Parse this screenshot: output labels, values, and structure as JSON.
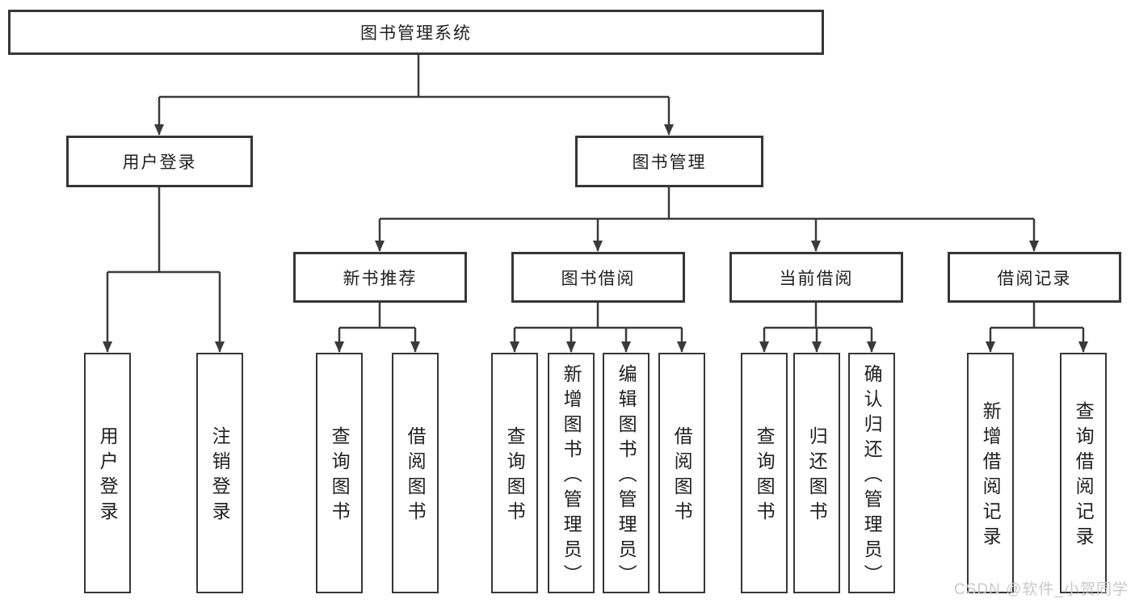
{
  "diagram": {
    "title_note": "library management system functional structure diagram",
    "root": {
      "label": "图书管理系统"
    },
    "level2": [
      {
        "label": "用户登录"
      },
      {
        "label": "图书管理"
      }
    ],
    "level3": [
      {
        "label": "新书推荐"
      },
      {
        "label": "图书借阅"
      },
      {
        "label": "当前借阅"
      },
      {
        "label": "借阅记录"
      }
    ],
    "leaves": [
      {
        "label": "用户登录",
        "parent": "用户登录"
      },
      {
        "label": "注销登录",
        "parent": "用户登录"
      },
      {
        "label": "查询图书",
        "parent": "新书推荐"
      },
      {
        "label": "借阅图书",
        "parent": "新书推荐"
      },
      {
        "label": "查询图书",
        "parent": "图书借阅"
      },
      {
        "label": "新增图书（管理员）",
        "parent": "图书借阅"
      },
      {
        "label": "编辑图书（管理员）",
        "parent": "图书借阅"
      },
      {
        "label": "借阅图书",
        "parent": "图书借阅"
      },
      {
        "label": "查询图书",
        "parent": "当前借阅"
      },
      {
        "label": "归还图书",
        "parent": "当前借阅"
      },
      {
        "label": "确认归还（管理员）",
        "parent": "当前借阅"
      },
      {
        "label": "新增借阅记录",
        "parent": "借阅记录"
      },
      {
        "label": "查询借阅记录",
        "parent": "借阅记录"
      }
    ],
    "watermark": "CSDN @软件_小贺同学",
    "colors": {
      "line": "#3a3a3a",
      "box_border": "#363636",
      "text": "#1f1f1f",
      "watermark": "#c8c8c8",
      "background": "#ffffff"
    }
  }
}
